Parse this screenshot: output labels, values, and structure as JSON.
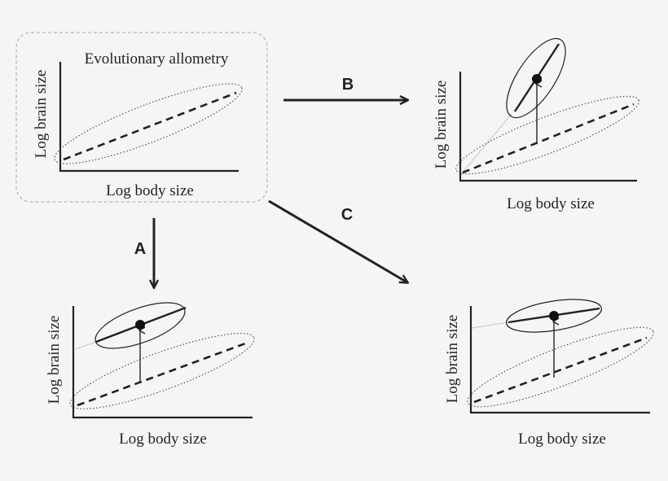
{
  "panels": {
    "source": {
      "title": "Evolutionary allometry",
      "xlabel": "Log body size",
      "ylabel": "Log brain size"
    },
    "B": {
      "xlabel": "Log body size",
      "ylabel": "Log brain size"
    },
    "A": {
      "xlabel": "Log body size",
      "ylabel": "Log brain size"
    },
    "C": {
      "xlabel": "Log body size",
      "ylabel": "Log brain size"
    }
  },
  "arrows": {
    "A": "A",
    "B": "B",
    "C": "C"
  }
}
